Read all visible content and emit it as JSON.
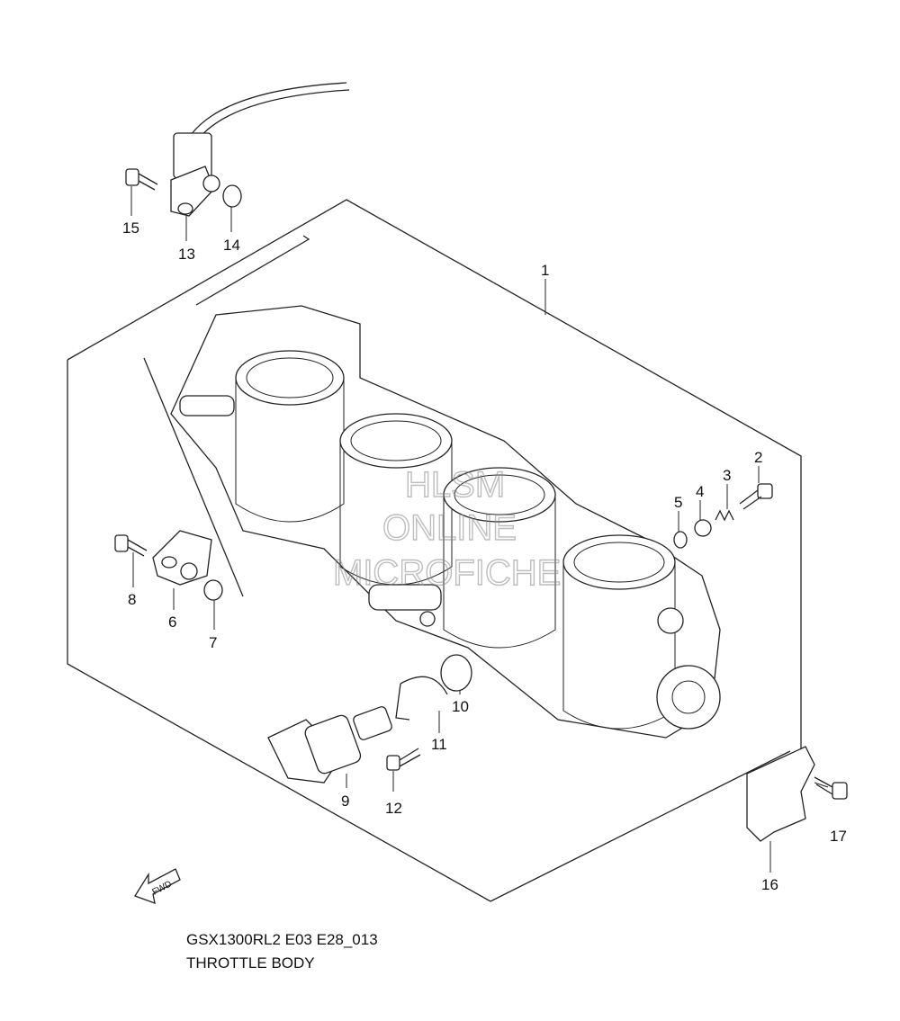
{
  "diagram": {
    "model_code": "GSX1300RL2 E03 E28_013",
    "title": "THROTTLE BODY",
    "watermark": [
      "HLSM",
      "ONLINE",
      "MICROFICHE"
    ],
    "fwd_label": "FWD",
    "callouts": [
      "1",
      "2",
      "3",
      "4",
      "5",
      "6",
      "7",
      "8",
      "9",
      "10",
      "11",
      "12",
      "13",
      "14",
      "15",
      "16",
      "17"
    ]
  }
}
